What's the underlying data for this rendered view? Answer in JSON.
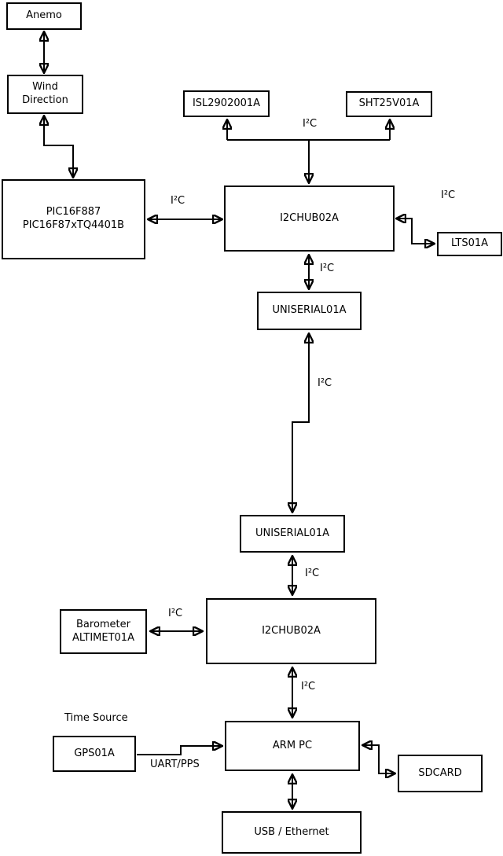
{
  "diagram": {
    "colors": {
      "line": "#000000",
      "box_border": "#000000",
      "box_fill": "#ffffff",
      "background": "#ffffff"
    },
    "nodes": {
      "anemo": {
        "label": "Anemo"
      },
      "wind_direction": {
        "line1": "Wind",
        "line2": "Direction"
      },
      "pic": {
        "line1": "PIC16F887",
        "line2": "PIC16F87xTQ4401B"
      },
      "isl": {
        "label": "ISL2902001A"
      },
      "sht": {
        "label": "SHT25V01A"
      },
      "i2c_hub_top": {
        "label": "I2CHUB02A"
      },
      "lts": {
        "label": "LTS01A"
      },
      "uniserial_top": {
        "label": "UNISERIAL01A"
      },
      "uniserial_bottom": {
        "label": "UNISERIAL01A"
      },
      "i2c_hub_bottom": {
        "label": "I2CHUB02A"
      },
      "barometer": {
        "line1": "Barometer",
        "line2": "ALTIMET01A"
      },
      "arm_pc": {
        "label": "ARM PC"
      },
      "gps": {
        "label": "GPS01A"
      },
      "sdcard": {
        "label": "SDCARD"
      },
      "usb_ethernet": {
        "label": "USB / Ethernet"
      }
    },
    "labels": {
      "i2c": "I²C",
      "uart_pps": "UART/PPS",
      "time_source": "Time Source"
    }
  }
}
